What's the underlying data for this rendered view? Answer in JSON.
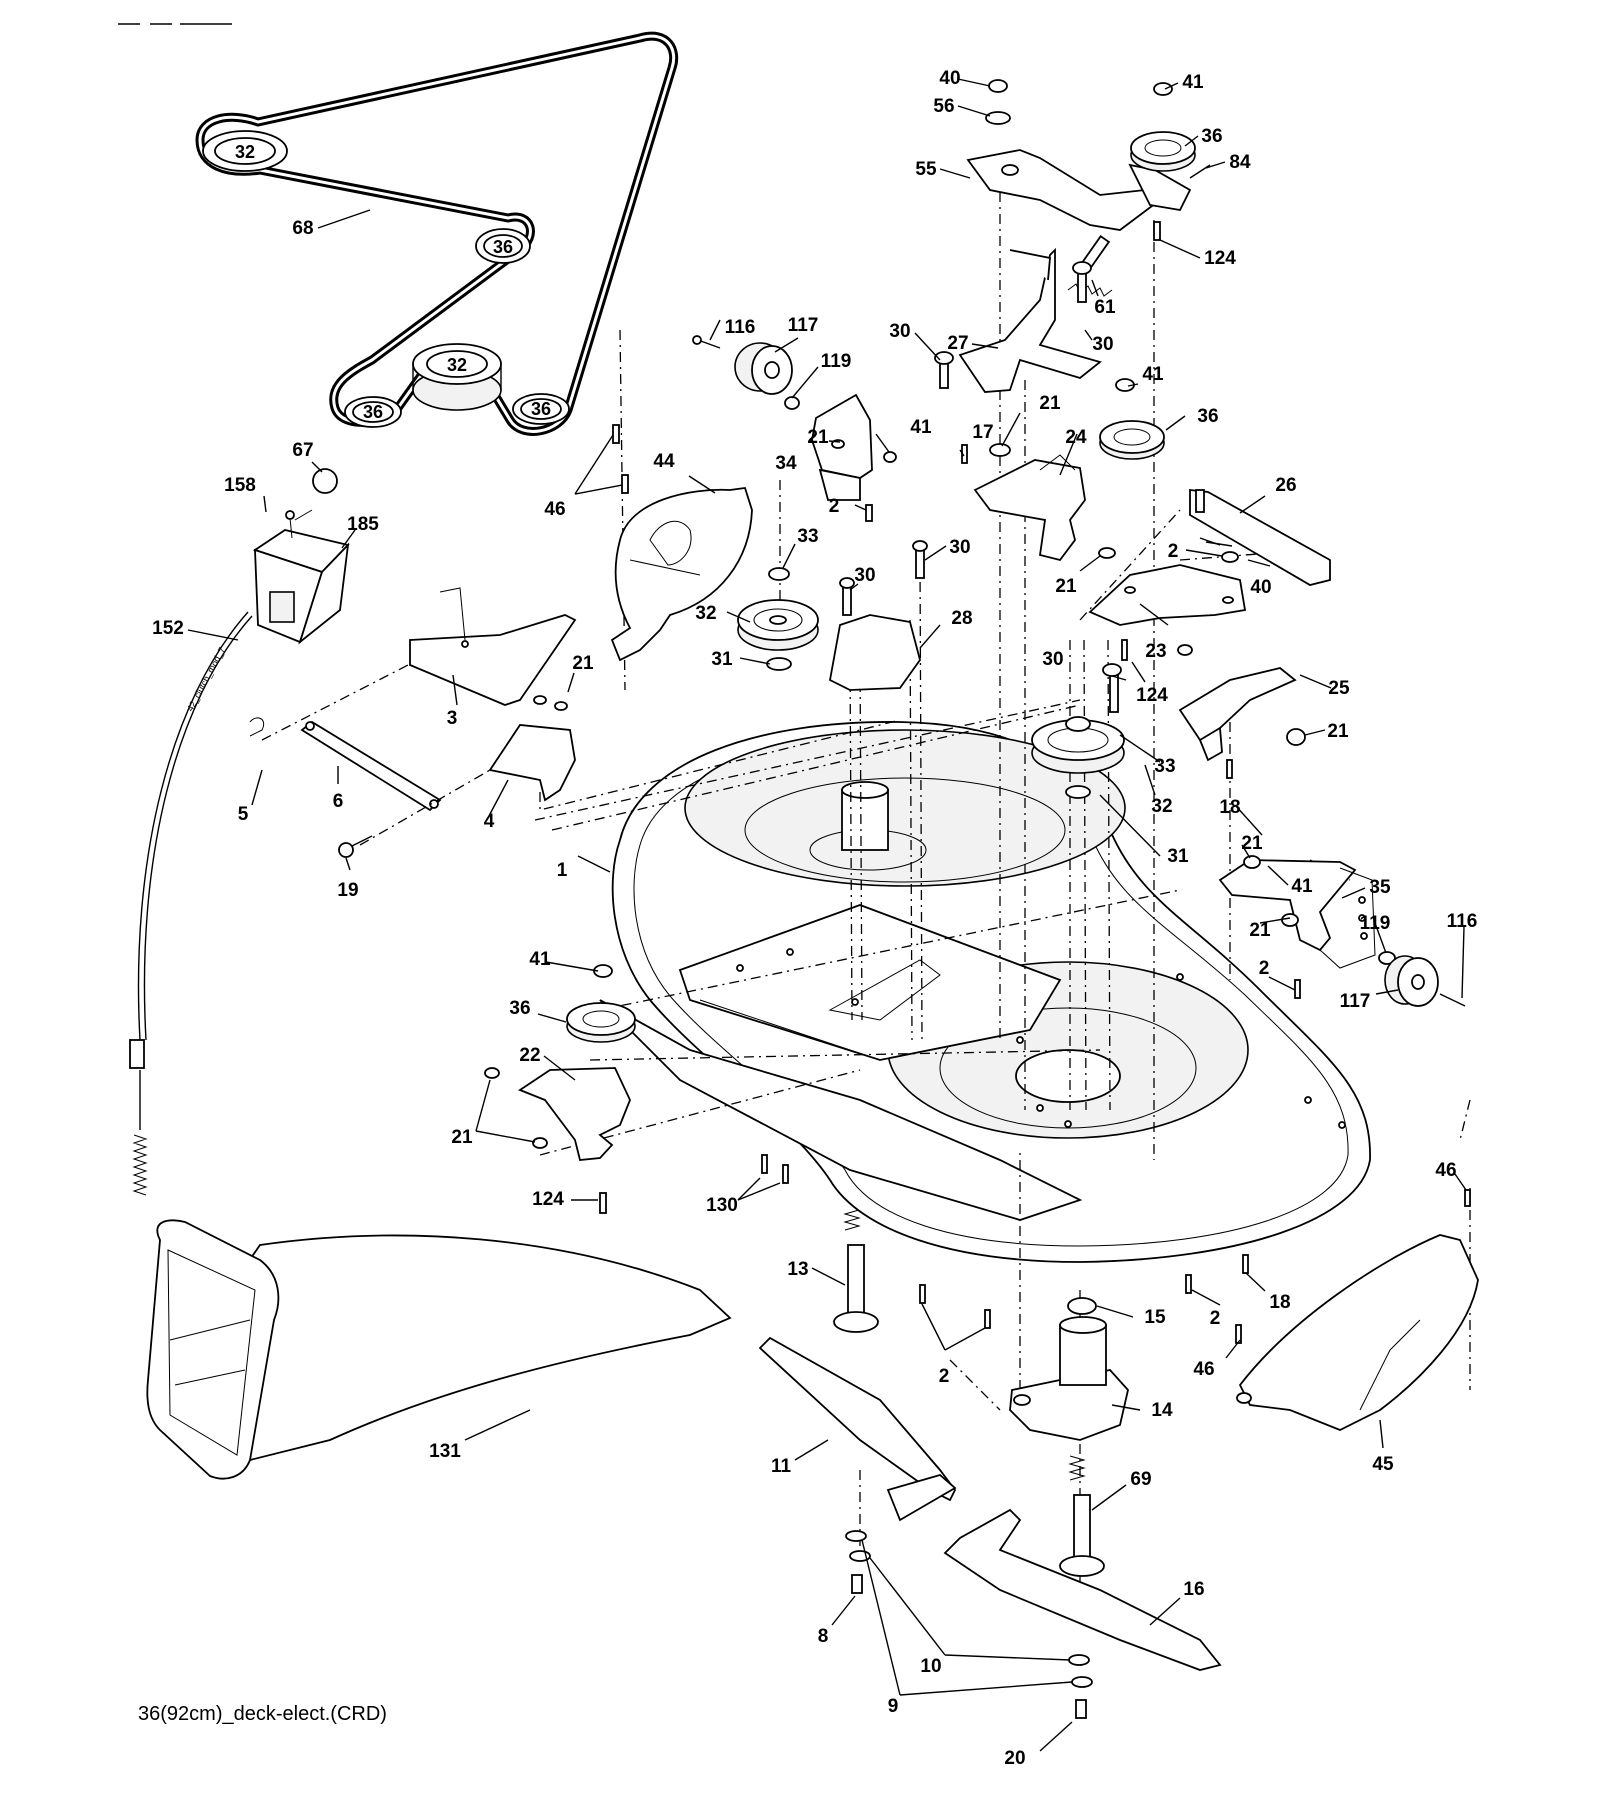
{
  "diagram": {
    "caption": "36(92cm)_deck-elect.(CRD)",
    "cable_text": "42_clutch_mod_7",
    "belt_pulley_labels": [
      "32",
      "36",
      "32",
      "36",
      "36"
    ],
    "callouts": [
      "40",
      "41",
      "56",
      "36",
      "84",
      "55",
      "124",
      "61",
      "30",
      "27",
      "116",
      "117",
      "119",
      "30",
      "41",
      "21",
      "17",
      "24",
      "36",
      "67",
      "158",
      "185",
      "21",
      "34",
      "41",
      "2",
      "46",
      "44",
      "33",
      "30",
      "30",
      "26",
      "2",
      "40",
      "32",
      "28",
      "21",
      "23",
      "152",
      "21",
      "31",
      "3",
      "30",
      "124",
      "25",
      "21",
      "33",
      "5",
      "6",
      "4",
      "32",
      "18",
      "31",
      "19",
      "1",
      "21",
      "41",
      "35",
      "21",
      "119",
      "116",
      "2",
      "117",
      "41",
      "36",
      "22",
      "21",
      "124",
      "130",
      "46",
      "13",
      "15",
      "2",
      "18",
      "2",
      "46",
      "14",
      "45",
      "131",
      "11",
      "69",
      "16",
      "8",
      "10",
      "9",
      "20",
      "68"
    ]
  }
}
